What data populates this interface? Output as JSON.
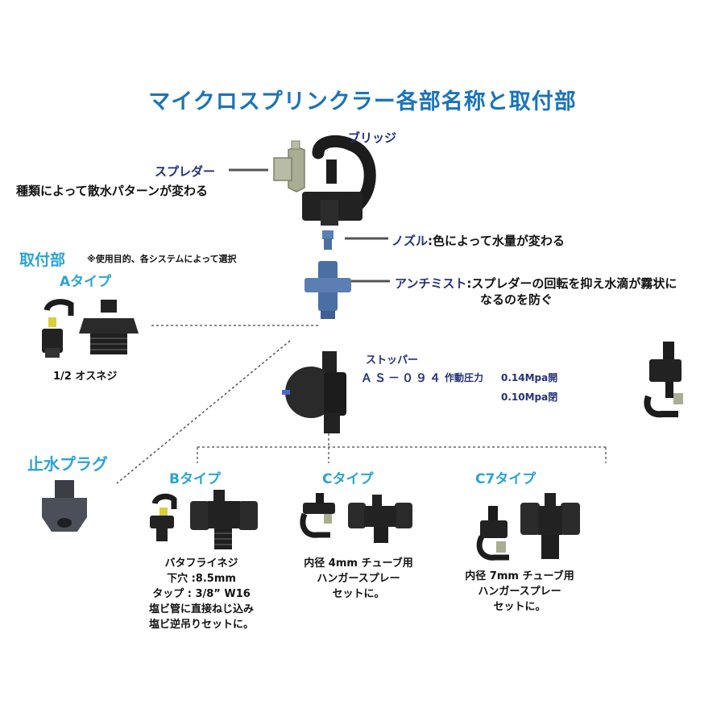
{
  "title": "マイクロスプリンクラー各部名称と取付部",
  "parts": {
    "bridge": "ブリッジ",
    "spreader": "スプレダー",
    "spreader_desc": "種類によって散水パターンが変わる",
    "nozzle": "ノズル",
    "nozzle_desc": ":色によって水量が変わる",
    "antimist": "アンチミスト",
    "antimist_desc_1": ":スプレダーの回転を抑え水滴が霧状に",
    "antimist_desc_2": "なるのを防ぐ",
    "stopper": "ストッパー",
    "stopper_model": "ＡＳ－０９４",
    "stopper_pressure_label": "作動圧力",
    "stopper_open": "0.14Mpa開",
    "stopper_close": "0.10Mpa閉"
  },
  "mounting": {
    "heading": "取付部",
    "note": "※使用目的、各システムによって選択",
    "type_a": {
      "label": "Aタイプ",
      "caption": "1/2 オスネジ"
    },
    "plug": {
      "label": "止水プラグ"
    },
    "type_b": {
      "label": "Bタイプ",
      "lines": [
        "バタフライネジ",
        "下穴 :8.5mm",
        "タップ : 3/8” W16",
        "塩ビ管に直接ねじ込み",
        "塩ビ逆吊りセットに。"
      ]
    },
    "type_c": {
      "label": "Cタイプ",
      "lines": [
        "内径 4mm チューブ用",
        "ハンガースプレー",
        "セットに。"
      ]
    },
    "type_c7": {
      "label": "C7タイプ",
      "lines": [
        "内径 7mm チューブ用",
        "ハンガースプレー",
        "セットに。"
      ]
    }
  },
  "colors": {
    "title_blue": "#1b74b8",
    "label_navy": "#24307a",
    "label_cyan": "#2aa3d6",
    "part_black": "#1c1c1c",
    "antimist_blue": "#4a6fa5",
    "spreader_green": "#a9ad93"
  }
}
